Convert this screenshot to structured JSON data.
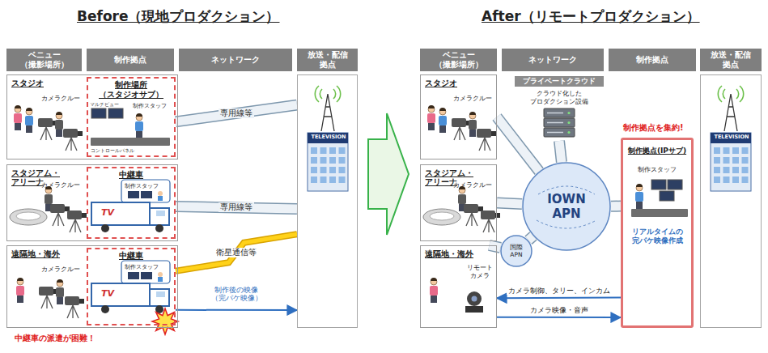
{
  "diagram": {
    "nodes": [
      {
        "text": [
          "ベニュー （撮影場所）"
        ]
      },
      {
        "text": [
          "制作拠点"
        ]
      },
      {
        "text": [
          "ネットワーク"
        ]
      },
      {
        "text": [
          "放送・配信 拠点"
        ]
      },
      {
        "text": [
          "スタジオ",
          "カメラクルー"
        ]
      },
      {
        "text": [
          "制作場所 （スタジオサブ）",
          "制作スタッフ"
        ],
        "in": 4
      },
      {
        "text": [
          "スタジアム・アリーナ",
          "カメラクルー"
        ]
      },
      {
        "text": [
          "中継車",
          "制作スタッフ"
        ],
        "in": 6
      },
      {
        "text": [
          "遠隔地・海外",
          "カメラクルー"
        ]
      },
      {
        "text": [
          "中継車",
          "制作スタッフ"
        ],
        "in": 8
      },
      {
        "text": [
          "TELEVISION"
        ]
      },
      {
        "text": [
          "ベニュー （撮影場所）"
        ]
      },
      {
        "text": [
          "ネットワーク"
        ]
      },
      {
        "text": [
          "制作拠点"
        ]
      },
      {
        "text": [
          "放送・配信 拠点"
        ]
      },
      {
        "text": [
          "スタジオ",
          "カメラクルー"
        ]
      },
      {
        "text": [
          "スタジアム・アリーナ",
          "カメラクルー"
        ]
      },
      {
        "text": [
          "遠隔地・海外",
          "リモート カメラ"
        ]
      },
      {
        "text": [
          "プライベートクラウド",
          "クラウド化した プロダクション設備"
        ]
      },
      {
        "text": [
          "IOWN APN"
        ]
      },
      {
        "text": [
          "国際 APN"
        ]
      },
      {
        "text": [
          "制作拠点(IPサブ)",
          "制作スタッフ",
          "リアルタイムの 完パケ映像作成"
        ]
      },
      {
        "text": [
          "TELEVISION"
        ]
      }
    ],
    "edges": [
      {
        "from": 5,
        "to": 10,
        "arrow": "none",
        "label": "専用線等"
      },
      {
        "from": 7,
        "to": 10,
        "arrow": "none",
        "label": "専用線等"
      },
      {
        "from": 9,
        "to": 10,
        "arrow": "none",
        "label": "衛星通信等"
      },
      {
        "from": 9,
        "to": 10,
        "arrow": "to",
        "label": "制作後の映像 （完パケ映像）"
      },
      {
        "from": 15,
        "to": 19,
        "arrow": "none"
      },
      {
        "from": 16,
        "to": 19,
        "arrow": "none"
      },
      {
        "from": 17,
        "to": 20,
        "arrow": "none"
      },
      {
        "from": 20,
        "to": 19,
        "arrow": "none"
      },
      {
        "from": 18,
        "to": 19,
        "arrow": "none"
      },
      {
        "from": 19,
        "to": 21,
        "arrow": "none"
      },
      {
        "from": 21,
        "to": 17,
        "arrow": "to",
        "label": "カメラ制御、タリー、インカム"
      },
      {
        "from": 17,
        "to": 21,
        "arrow": "to",
        "label": "カメラ映像・音声"
      }
    ],
    "labels": [
      "Before（現地プロダクション）",
      "After（リモートプロダクション）",
      "マルチビュー",
      "コントロールパネル",
      "TV",
      "TV",
      "中継車の派遣が困難！",
      "制作拠点を集約!"
    ]
  }
}
